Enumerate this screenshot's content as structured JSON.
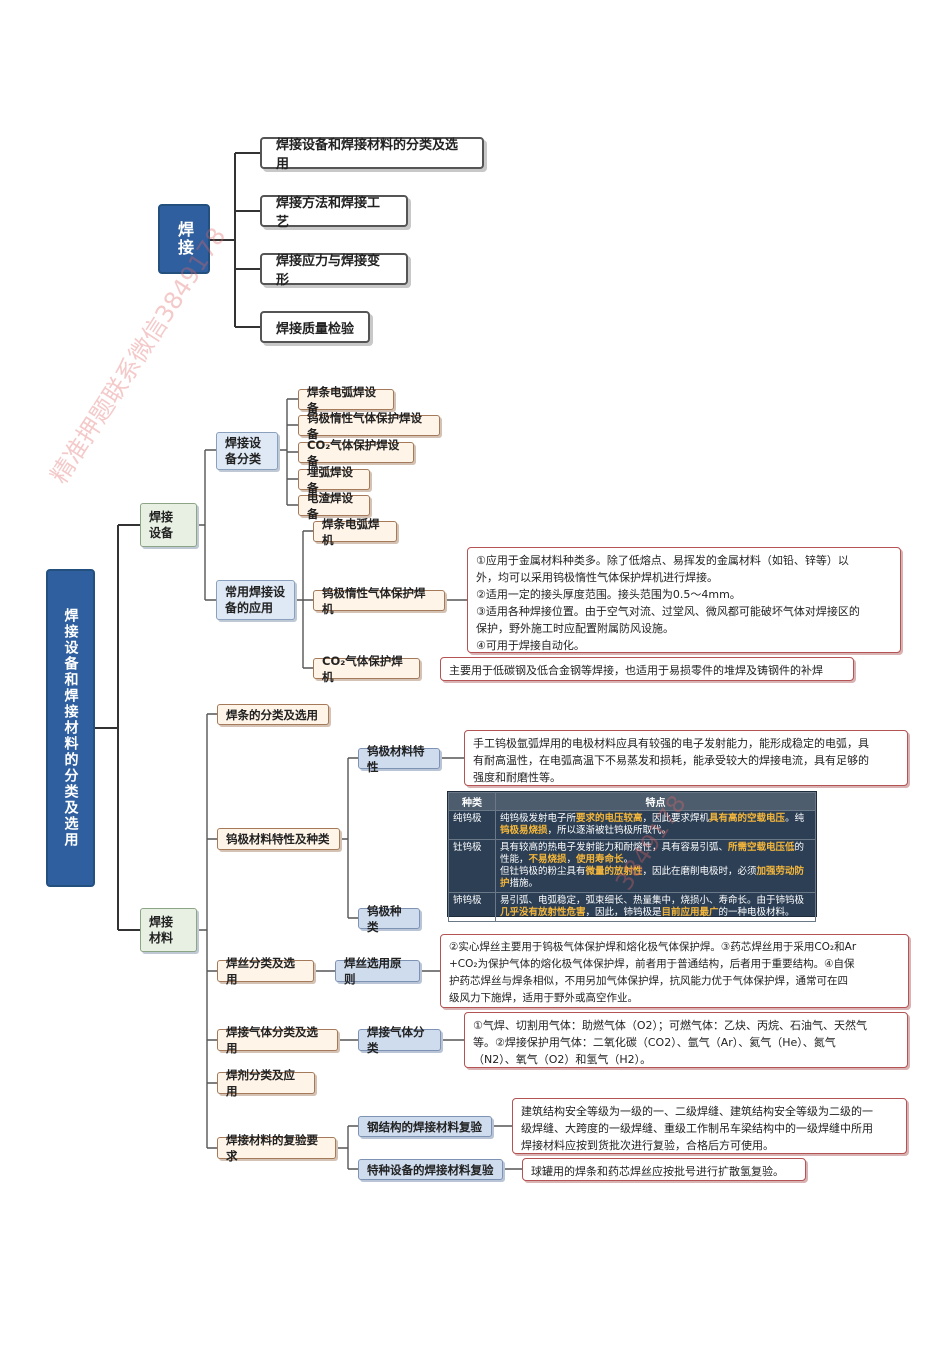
{
  "mindmap1": {
    "root": "焊接",
    "items": [
      "焊接设备和焊接材料的分类及选用",
      "焊接方法和焊接工艺",
      "焊接应力与焊接变形",
      "焊接质量检验"
    ]
  },
  "mindmap2": {
    "root": "焊接设备和焊接材料的分类及选用",
    "equipment": {
      "label": "焊接设备",
      "classification": {
        "label": "焊接设备分类",
        "items": [
          "焊条电弧焊设备",
          "钨极惰性气体保护焊设备",
          "CO₂气体保护焊设备",
          "埋弧焊设备",
          "电渣焊设备"
        ]
      },
      "application": {
        "label": "常用焊接设备的应用",
        "smaw": "焊条电弧焊机",
        "tig": "钨极惰性气体保护焊机",
        "tig_note": [
          "①应用于金属材料种类多。除了低熔点、易挥发的金属材料（如铅、锌等）以",
          "外，均可以采用钨极惰性气体保护焊机进行焊接。",
          "②适用一定的接头厚度范围。接头范围为0.5～4mm。",
          "③适用各种焊接位置。由于空气对流、过堂风、微风都可能破坏气体对焊接区的",
          "保护，野外施工时应配置附属防风设施。",
          "④可用于焊接自动化。"
        ],
        "co2": "CO₂气体保护焊机",
        "co2_note": "主要用于低碳钢及低合金钢等焊接，也适用于易损零件的堆焊及铸钢件的补焊"
      }
    },
    "materials": {
      "label": "焊接材料",
      "electrode": "焊条的分类及选用",
      "tungsten": {
        "label": "钨极材料特性及种类",
        "property": "钨极材料特性",
        "property_note": [
          "手工钨极氩弧焊用的电极材料应具有较强的电子发射能力，能形成稳定的电弧，具",
          "有耐高温性，在电弧高温下不易蒸发和损耗，能承受较大的焊接电流，具有足够的",
          "强度和耐磨性等。"
        ],
        "types": "钨极种类",
        "table": {
          "headers": [
            "种类",
            "特点"
          ],
          "rows": [
            {
              "name": "纯钨极",
              "t1": "纯钨极发射电子所",
              "h1": "要求的电压较高",
              "t2": "，因此要求焊机",
              "h2": "具有高的空载电压",
              "t3": "。纯",
              "h3": "钨极易烧损",
              "t4": "，所以逐渐被钍钨极所取代。"
            },
            {
              "name": "钍钨极",
              "t1": "具有较高的热电子发射能力和耐熔性，具有容易引弧、",
              "h1": "所需空载电压低",
              "t2": "的",
              "t3": "性能，",
              "h2": "不易烧损",
              "t4": "，",
              "h3": "使用寿命长",
              "t5": "。",
              "t6": "但钍钨极的粉尘具有",
              "h4": "微量的放射性",
              "t7": "，因此在磨削电极时，必须",
              "h5": "加强劳动防护",
              "t8": "措施。"
            },
            {
              "name": "铈钨极",
              "t1": "易引弧、电弧稳定，弧束细长、热量集中，烧损小、寿命长。由于铈钨极",
              "h1": "几乎没有放射性危害",
              "t2": "，因此，铈钨极是",
              "h2": "目前应用最广",
              "t3": "的一种电极材料。"
            }
          ]
        }
      },
      "wire": {
        "label": "焊丝分类及选用",
        "principle": "焊丝选用原则",
        "note": [
          "②实心焊丝主要用于钨极气体保护焊和熔化极气体保护焊。③药芯焊丝用于采用CO₂和Ar",
          "+CO₂为保护气体的熔化极气体保护焊，前者用于普通结构，后者用于重要结构。④自保",
          "护药芯焊丝与焊条相似，不用另加气体保护焊，抗风能力优于气体保护焊，通常可在四",
          "级风力下施焊，适用于野外或高空作业。"
        ]
      },
      "gas": {
        "label": "焊接气体分类及选用",
        "classification": "焊接气体分类",
        "note": [
          "①气焊、切割用气体：助燃气体（O2）；可燃气体：乙炔、丙烷、石油气、天然气",
          "等。②焊接保护用气体：二氧化碳（CO2）、氩气（Ar）、氦气（He）、氮气",
          "（N2）、氧气（O2）和氢气（H2）。"
        ]
      },
      "flux": "焊剂分类及应用",
      "recheck": {
        "label": "焊接材料的复验要求",
        "steel": "钢结构的焊接材料复验",
        "steel_note": [
          "建筑结构安全等级为一级的一、二级焊缝、建筑结构安全等级为二级的一",
          "级焊缝、大跨度的一级焊缝、重级工作制吊车梁结构中的一级焊缝中所用",
          "焊接材料应按到货批次进行复验，合格后方可使用。"
        ],
        "special": "特种设备的焊接材料复验",
        "special_note": "球罐用的焊条和药芯焊丝应按批号进行扩散氢复验。"
      }
    }
  },
  "watermarks": [
    "精准押题联系微信3849178",
    "3849178"
  ],
  "colors": {
    "root": "#2f5f9e",
    "highlight": "#f4b63a",
    "note_border": "#b45353"
  }
}
